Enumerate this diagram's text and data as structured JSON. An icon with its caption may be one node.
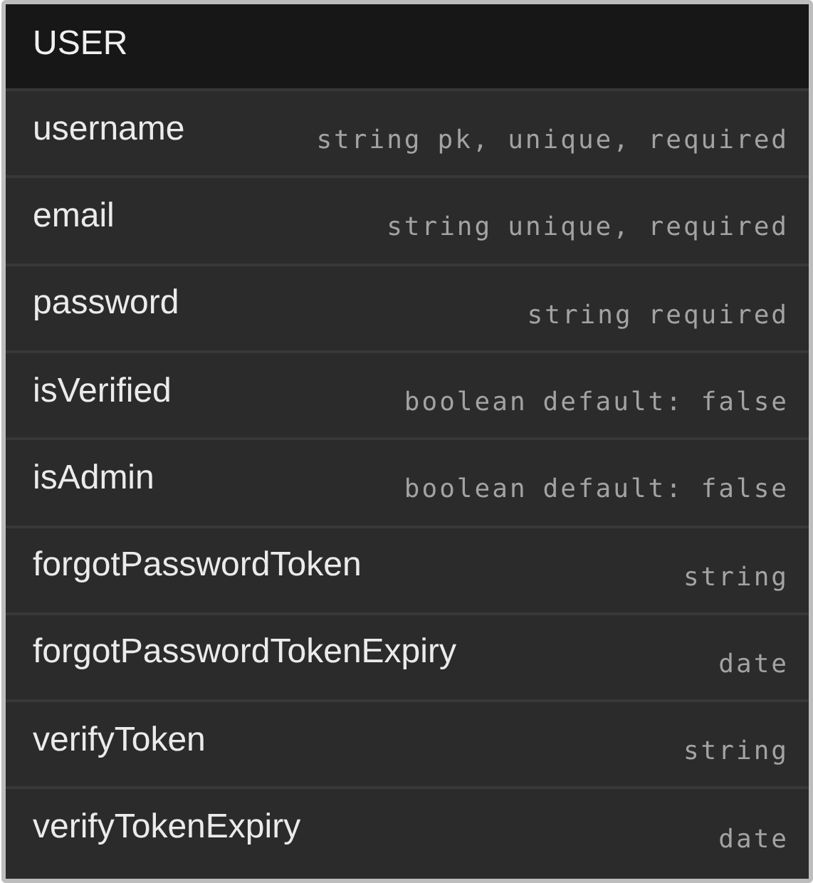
{
  "diagram": {
    "nodes": [
      {
        "text": [
          "USER"
        ]
      },
      {
        "text": [
          "username",
          "string",
          "pk, unique, required"
        ],
        "in": 0
      },
      {
        "text": [
          "email",
          "string",
          "unique, required"
        ],
        "in": 0
      },
      {
        "text": [
          "password",
          "string",
          "required"
        ],
        "in": 0
      },
      {
        "text": [
          "isVerified",
          "boolean",
          "default: false"
        ],
        "in": 0
      },
      {
        "text": [
          "isAdmin",
          "boolean",
          "default: false"
        ],
        "in": 0
      },
      {
        "text": [
          "forgotPasswordToken",
          "string"
        ],
        "in": 0
      },
      {
        "text": [
          "forgotPasswordTokenExpiry",
          "date"
        ],
        "in": 0
      },
      {
        "text": [
          "verifyToken",
          "string"
        ],
        "in": 0
      },
      {
        "text": [
          "verifyTokenExpiry",
          "date"
        ],
        "in": 0
      }
    ]
  }
}
